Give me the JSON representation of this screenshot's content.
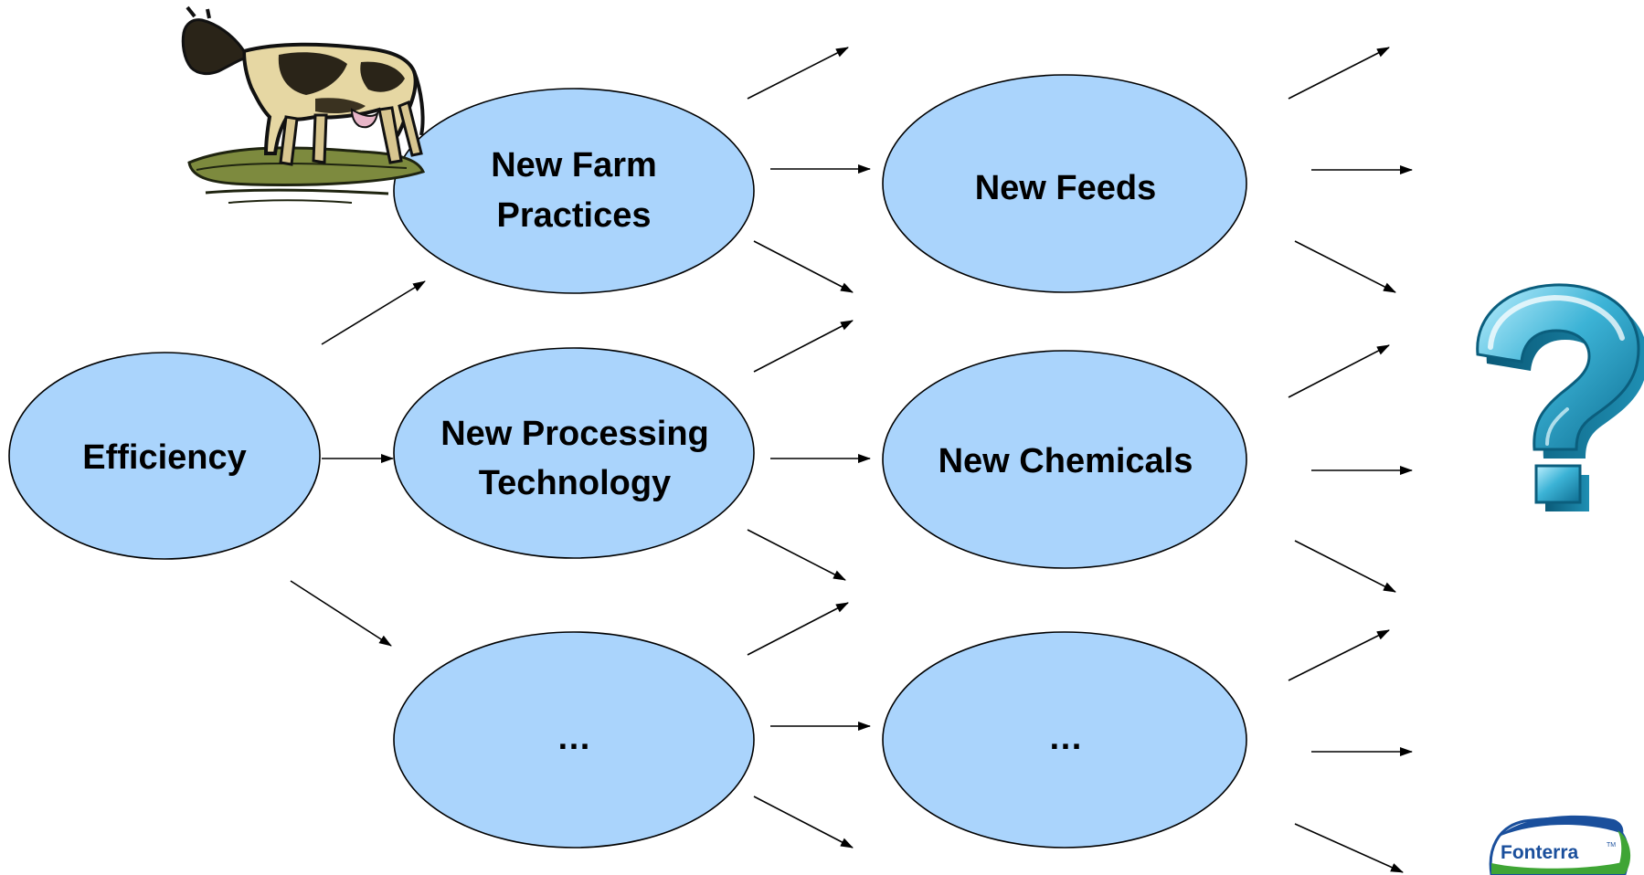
{
  "diagram": {
    "nodes": {
      "efficiency": {
        "label": [
          "Efficiency"
        ]
      },
      "farm": {
        "label": [
          "New Farm",
          "Practices"
        ]
      },
      "processing": {
        "label": [
          "New Processing",
          "Technology"
        ]
      },
      "other1": {
        "label": [
          "…"
        ]
      },
      "feeds": {
        "label": [
          "New Feeds"
        ]
      },
      "chemicals": {
        "label": [
          "New Chemicals"
        ]
      },
      "other2": {
        "label": [
          "…"
        ]
      }
    },
    "colors": {
      "node_fill": "#aad4fc",
      "node_stroke": "#000000",
      "arrow": "#000000"
    }
  },
  "images": {
    "cow": {
      "icon": "cow-clipart"
    },
    "question": {
      "icon": "question-mark-3d",
      "color": "#3cb3d6"
    },
    "logo": {
      "text": "Fonterra",
      "tm": "TM",
      "color_blue": "#1a4f9c",
      "color_green": "#3fa535"
    }
  }
}
